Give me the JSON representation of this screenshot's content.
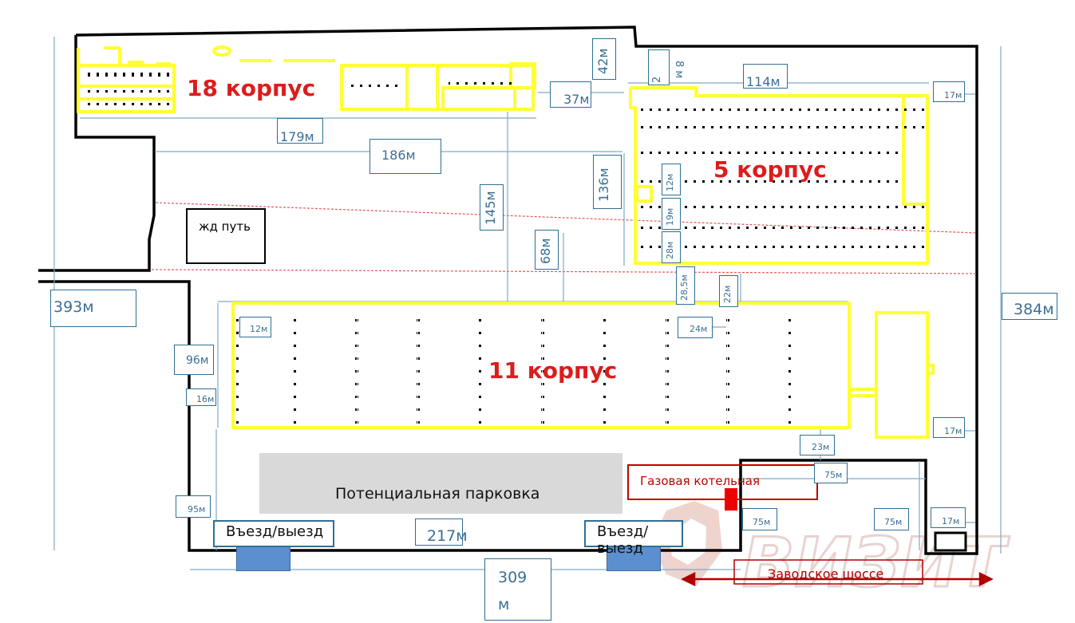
{
  "buildings": {
    "b18": "18 корпус",
    "b5": "5 корпус",
    "b11": "11 корпус"
  },
  "labels": {
    "railway": "жд путь",
    "parking": "Потенциальная парковка",
    "boiler": "Газовая котельная",
    "gate_left": "Въезд/выезд",
    "gate_right": "Въезд/выезд",
    "road": "Заводское шоссе",
    "watermark": "ВИЗИТ"
  },
  "dimensions": {
    "d179": "179м",
    "d186": "186м",
    "d37": "37м",
    "d42": "42м",
    "d2": "2",
    "d8m": "8 м",
    "d114": "114м",
    "d17a": "17м",
    "d136": "136м",
    "d145": "145м",
    "d68": "68м",
    "d12a": "12м",
    "d19": "19м",
    "d28": "28м",
    "d28_5": "28,5м",
    "d22": "22м",
    "d393": "393м",
    "d384": "384м",
    "d12b": "12м",
    "d24": "24м",
    "d96": "96м",
    "d16": "16м",
    "d17b": "17м",
    "d23": "23м",
    "d75a": "75м",
    "d75b": "75м",
    "d75c": "75м",
    "d17c": "17м",
    "d95": "95м",
    "d217": "217м",
    "d309": "309 м"
  },
  "colors": {
    "building": "#ffff33",
    "wall": "#000000",
    "dimension": "#2f6f95",
    "title": "#dd1c1c",
    "boiler": "#c00000",
    "gate": "#5b8fd0",
    "parking": "#d9d9d9",
    "road": "#c00000",
    "watermark": "#e8d3cf"
  }
}
